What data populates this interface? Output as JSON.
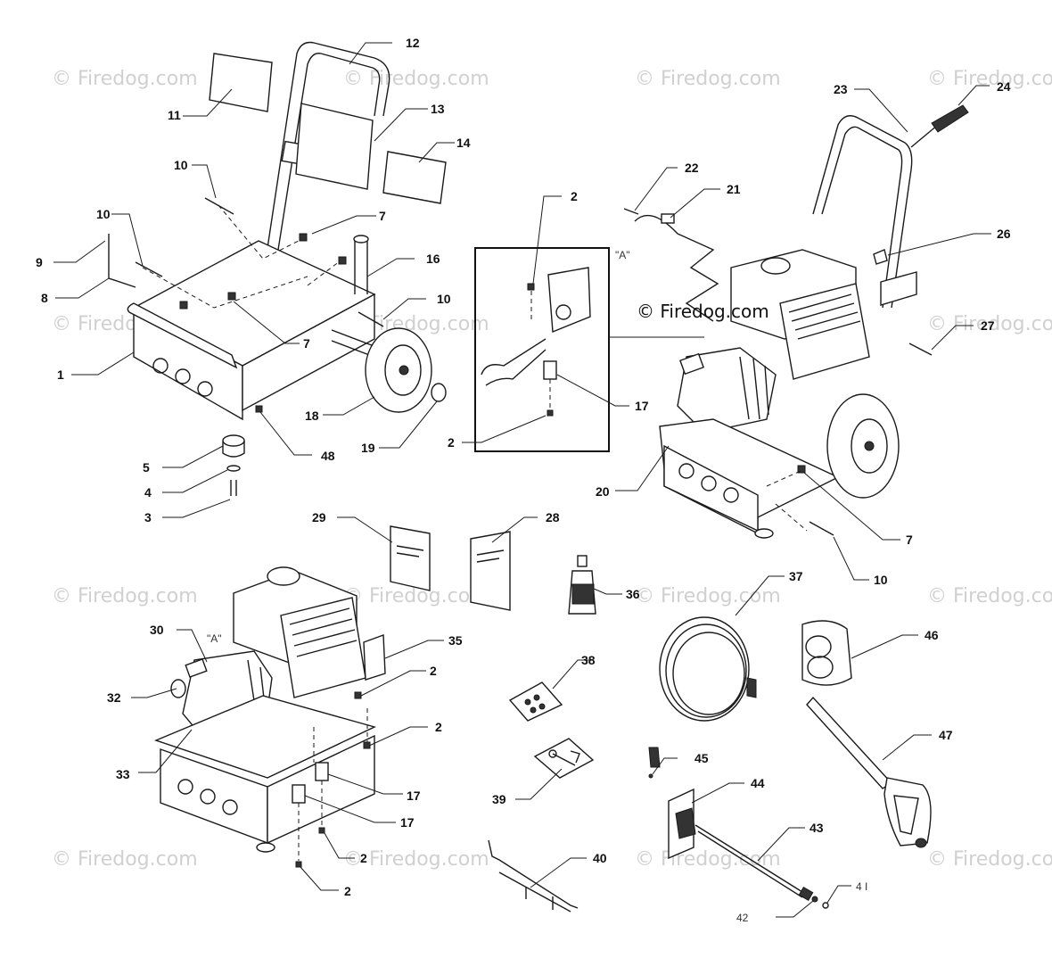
{
  "watermark": "© Firedog.com",
  "stamp": "© Firedog.com",
  "labels": {
    "p1": "1",
    "p2a": "2",
    "p2b": "2",
    "p2c": "2",
    "p2d": "2",
    "p2e": "2",
    "p2f": "2",
    "p3": "3",
    "p4": "4",
    "p5": "5",
    "p7a": "7",
    "p7b": "7",
    "p7c": "7",
    "p8": "8",
    "p9": "9",
    "p10a": "10",
    "p10b": "10",
    "p10c": "10",
    "p10d": "10",
    "p11": "11",
    "p12": "12",
    "p13": "13",
    "p14": "14",
    "p16": "16",
    "p17a": "17",
    "p17b": "17",
    "p17c": "17",
    "p18": "18",
    "p19": "19",
    "p20": "20",
    "p21": "21",
    "p22": "22",
    "p23": "23",
    "p24": "24",
    "p26": "26",
    "p27": "27",
    "p28": "28",
    "p29": "29",
    "p30": "30",
    "p32": "32",
    "p33": "33",
    "p35": "35",
    "p36": "36",
    "p37": "37",
    "p38": "38",
    "p39": "39",
    "p40": "40",
    "p41": "4 I",
    "p42": "42",
    "p43": "43",
    "p44": "44",
    "p45": "45",
    "p46": "46",
    "p47": "47",
    "p48": "48"
  },
  "callouts": {
    "a1": "\"A\"",
    "a2": "\"A\""
  }
}
